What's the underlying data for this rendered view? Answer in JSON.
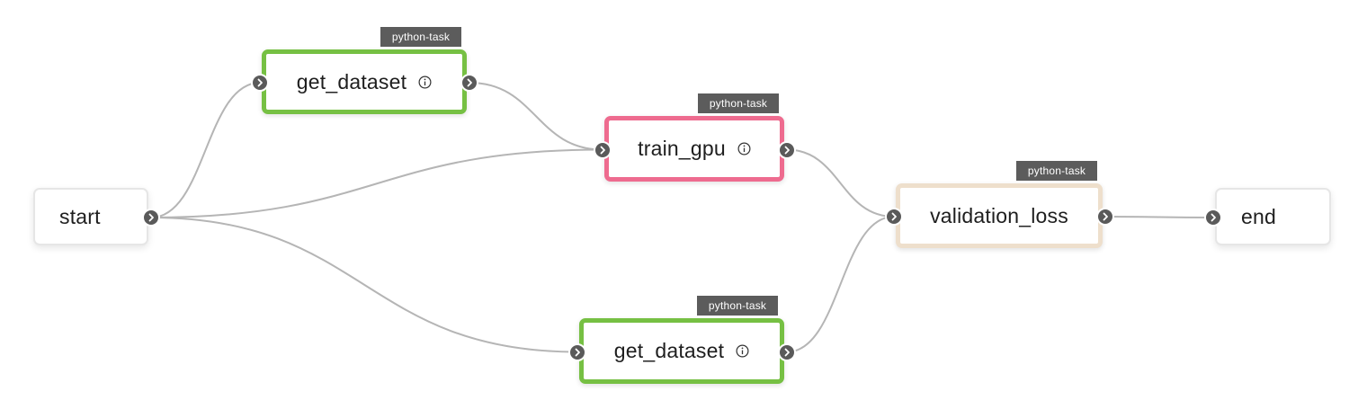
{
  "graph": {
    "edge_color": "#b5b5b5",
    "port_color": "#5a5a5a",
    "tag_color": "#5c5c5c",
    "nodes": [
      {
        "id": "start",
        "label": "start",
        "kind": "plain"
      },
      {
        "id": "get_dataset_1",
        "label": "get_dataset",
        "kind": "task",
        "tag": "python-task",
        "border_color": "#76c043",
        "icon": "info-icon"
      },
      {
        "id": "train_gpu",
        "label": "train_gpu",
        "kind": "task",
        "tag": "python-task",
        "border_color": "#ee6b8f",
        "icon": "info-icon"
      },
      {
        "id": "get_dataset_2",
        "label": "get_dataset",
        "kind": "task",
        "tag": "python-task",
        "border_color": "#76c043",
        "icon": "info-icon"
      },
      {
        "id": "validation_loss",
        "label": "validation_loss",
        "kind": "task",
        "tag": "python-task",
        "border_color": "#eedfcc",
        "icon": ""
      },
      {
        "id": "end",
        "label": "end",
        "kind": "plain"
      }
    ],
    "edges": [
      {
        "from": "start",
        "to": "get_dataset_1"
      },
      {
        "from": "start",
        "to": "train_gpu"
      },
      {
        "from": "start",
        "to": "get_dataset_2"
      },
      {
        "from": "get_dataset_1",
        "to": "train_gpu"
      },
      {
        "from": "train_gpu",
        "to": "validation_loss"
      },
      {
        "from": "get_dataset_2",
        "to": "validation_loss"
      },
      {
        "from": "validation_loss",
        "to": "end"
      }
    ]
  }
}
